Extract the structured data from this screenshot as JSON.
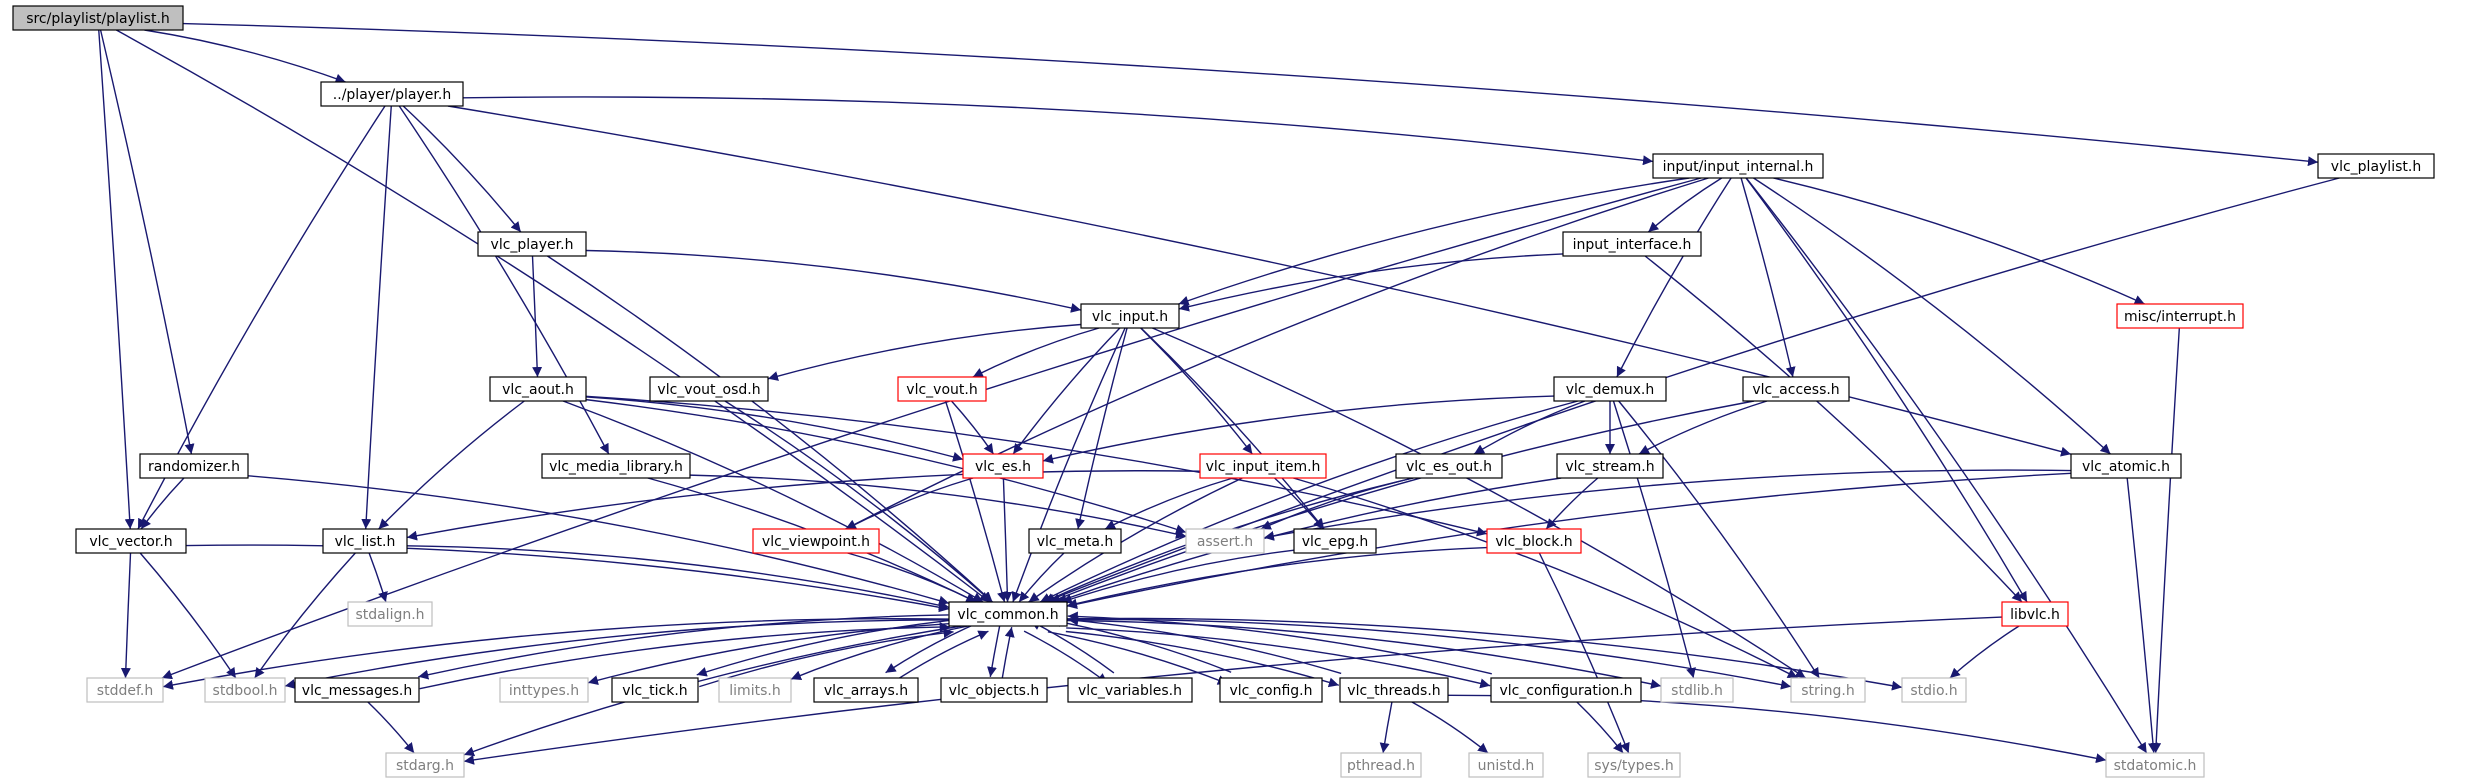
{
  "graph": {
    "colors": {
      "edge": "#191970",
      "root_fill": "#bfbfbf",
      "normal_border": "#000000",
      "truncated_border": "#ff0000",
      "system_border": "#bfbfbf",
      "system_text": "#7f7f7f",
      "text": "#000000"
    },
    "nodes": [
      {
        "id": "playlist_h",
        "label": "src/playlist/playlist.h",
        "kind": "root"
      },
      {
        "id": "player_h",
        "label": "../player/player.h",
        "kind": "normal"
      },
      {
        "id": "vlc_playlist_h",
        "label": "vlc_playlist.h",
        "kind": "normal"
      },
      {
        "id": "input_internal_h",
        "label": "input/input_internal.h",
        "kind": "normal"
      },
      {
        "id": "vlc_player_h",
        "label": "vlc_player.h",
        "kind": "normal"
      },
      {
        "id": "input_interface_h",
        "label": "input_interface.h",
        "kind": "normal"
      },
      {
        "id": "misc_interrupt_h",
        "label": "misc/interrupt.h",
        "kind": "truncated"
      },
      {
        "id": "vlc_input_h",
        "label": "vlc_input.h",
        "kind": "normal"
      },
      {
        "id": "vlc_aout_h",
        "label": "vlc_aout.h",
        "kind": "normal"
      },
      {
        "id": "vlc_vout_osd_h",
        "label": "vlc_vout_osd.h",
        "kind": "normal"
      },
      {
        "id": "vlc_vout_h",
        "label": "vlc_vout.h",
        "kind": "truncated"
      },
      {
        "id": "vlc_demux_h",
        "label": "vlc_demux.h",
        "kind": "normal"
      },
      {
        "id": "vlc_access_h",
        "label": "vlc_access.h",
        "kind": "normal"
      },
      {
        "id": "randomizer_h",
        "label": "randomizer.h",
        "kind": "normal"
      },
      {
        "id": "vlc_media_library_h",
        "label": "vlc_media_library.h",
        "kind": "normal"
      },
      {
        "id": "vlc_es_h",
        "label": "vlc_es.h",
        "kind": "truncated"
      },
      {
        "id": "vlc_input_item_h",
        "label": "vlc_input_item.h",
        "kind": "truncated"
      },
      {
        "id": "vlc_es_out_h",
        "label": "vlc_es_out.h",
        "kind": "normal"
      },
      {
        "id": "vlc_stream_h",
        "label": "vlc_stream.h",
        "kind": "normal"
      },
      {
        "id": "vlc_atomic_h",
        "label": "vlc_atomic.h",
        "kind": "normal"
      },
      {
        "id": "vlc_vector_h",
        "label": "vlc_vector.h",
        "kind": "normal"
      },
      {
        "id": "vlc_list_h",
        "label": "vlc_list.h",
        "kind": "normal"
      },
      {
        "id": "vlc_viewpoint_h",
        "label": "vlc_viewpoint.h",
        "kind": "truncated"
      },
      {
        "id": "vlc_meta_h",
        "label": "vlc_meta.h",
        "kind": "normal"
      },
      {
        "id": "assert_h",
        "label": "assert.h",
        "kind": "system"
      },
      {
        "id": "vlc_epg_h",
        "label": "vlc_epg.h",
        "kind": "normal"
      },
      {
        "id": "vlc_block_h",
        "label": "vlc_block.h",
        "kind": "truncated"
      },
      {
        "id": "stdalign_h",
        "label": "stdalign.h",
        "kind": "system"
      },
      {
        "id": "vlc_common_h",
        "label": "vlc_common.h",
        "kind": "normal"
      },
      {
        "id": "libvlc_h",
        "label": "libvlc.h",
        "kind": "truncated"
      },
      {
        "id": "stddef_h",
        "label": "stddef.h",
        "kind": "system"
      },
      {
        "id": "stdbool_h",
        "label": "stdbool.h",
        "kind": "system"
      },
      {
        "id": "vlc_messages_h",
        "label": "vlc_messages.h",
        "kind": "normal"
      },
      {
        "id": "inttypes_h",
        "label": "inttypes.h",
        "kind": "system"
      },
      {
        "id": "vlc_tick_h",
        "label": "vlc_tick.h",
        "kind": "normal"
      },
      {
        "id": "limits_h",
        "label": "limits.h",
        "kind": "system"
      },
      {
        "id": "vlc_arrays_h",
        "label": "vlc_arrays.h",
        "kind": "normal"
      },
      {
        "id": "vlc_objects_h",
        "label": "vlc_objects.h",
        "kind": "normal"
      },
      {
        "id": "vlc_variables_h",
        "label": "vlc_variables.h",
        "kind": "normal"
      },
      {
        "id": "vlc_config_h",
        "label": "vlc_config.h",
        "kind": "normal"
      },
      {
        "id": "vlc_threads_h",
        "label": "vlc_threads.h",
        "kind": "normal"
      },
      {
        "id": "vlc_configuration_h",
        "label": "vlc_configuration.h",
        "kind": "normal"
      },
      {
        "id": "stdlib_h",
        "label": "stdlib.h",
        "kind": "system"
      },
      {
        "id": "string_h",
        "label": "string.h",
        "kind": "system"
      },
      {
        "id": "stdio_h",
        "label": "stdio.h",
        "kind": "system"
      },
      {
        "id": "stdarg_h",
        "label": "stdarg.h",
        "kind": "system"
      },
      {
        "id": "pthread_h",
        "label": "pthread.h",
        "kind": "system"
      },
      {
        "id": "unistd_h",
        "label": "unistd.h",
        "kind": "system"
      },
      {
        "id": "sys_types_h",
        "label": "sys/types.h",
        "kind": "system"
      },
      {
        "id": "stdatomic_h",
        "label": "stdatomic.h",
        "kind": "system"
      }
    ],
    "edges": [
      [
        "playlist_h",
        "player_h"
      ],
      [
        "playlist_h",
        "vlc_playlist_h"
      ],
      [
        "playlist_h",
        "randomizer_h"
      ],
      [
        "playlist_h",
        "vlc_vector_h"
      ],
      [
        "playlist_h",
        "vlc_common_h"
      ],
      [
        "player_h",
        "input_internal_h"
      ],
      [
        "player_h",
        "vlc_player_h"
      ],
      [
        "player_h",
        "vlc_media_library_h"
      ],
      [
        "player_h",
        "vlc_list_h"
      ],
      [
        "player_h",
        "vlc_vector_h"
      ],
      [
        "player_h",
        "vlc_atomic_h"
      ],
      [
        "vlc_playlist_h",
        "vlc_common_h"
      ],
      [
        "input_internal_h",
        "input_interface_h"
      ],
      [
        "input_internal_h",
        "vlc_input_h"
      ],
      [
        "input_internal_h",
        "misc_interrupt_h"
      ],
      [
        "input_internal_h",
        "vlc_demux_h"
      ],
      [
        "input_internal_h",
        "vlc_access_h"
      ],
      [
        "input_internal_h",
        "vlc_atomic_h"
      ],
      [
        "input_internal_h",
        "libvlc_h"
      ],
      [
        "input_internal_h",
        "vlc_viewpoint_h"
      ],
      [
        "input_internal_h",
        "stddef_h"
      ],
      [
        "input_internal_h",
        "stdatomic_h"
      ],
      [
        "vlc_player_h",
        "vlc_input_h"
      ],
      [
        "vlc_player_h",
        "vlc_aout_h"
      ],
      [
        "vlc_player_h",
        "vlc_common_h"
      ],
      [
        "input_interface_h",
        "vlc_input_h"
      ],
      [
        "input_interface_h",
        "libvlc_h"
      ],
      [
        "misc_interrupt_h",
        "stdatomic_h"
      ],
      [
        "vlc_input_h",
        "vlc_vout_osd_h"
      ],
      [
        "vlc_input_h",
        "vlc_vout_h"
      ],
      [
        "vlc_input_h",
        "vlc_es_h"
      ],
      [
        "vlc_input_h",
        "vlc_input_item_h"
      ],
      [
        "vlc_input_h",
        "vlc_meta_h"
      ],
      [
        "vlc_input_h",
        "vlc_epg_h"
      ],
      [
        "vlc_input_h",
        "vlc_common_h"
      ],
      [
        "vlc_input_h",
        "string_h"
      ],
      [
        "vlc_aout_h",
        "vlc_es_h"
      ],
      [
        "vlc_aout_h",
        "vlc_list_h"
      ],
      [
        "vlc_aout_h",
        "assert_h"
      ],
      [
        "vlc_aout_h",
        "vlc_block_h"
      ],
      [
        "vlc_aout_h",
        "vlc_common_h"
      ],
      [
        "vlc_vout_osd_h",
        "vlc_common_h"
      ],
      [
        "vlc_vout_h",
        "vlc_es_h"
      ],
      [
        "vlc_vout_h",
        "vlc_common_h"
      ],
      [
        "vlc_demux_h",
        "vlc_es_h"
      ],
      [
        "vlc_demux_h",
        "vlc_es_out_h"
      ],
      [
        "vlc_demux_h",
        "vlc_stream_h"
      ],
      [
        "vlc_demux_h",
        "vlc_common_h"
      ],
      [
        "vlc_demux_h",
        "stdlib_h"
      ],
      [
        "vlc_demux_h",
        "string_h"
      ],
      [
        "vlc_access_h",
        "vlc_stream_h"
      ],
      [
        "vlc_access_h",
        "vlc_common_h"
      ],
      [
        "randomizer_h",
        "vlc_vector_h"
      ],
      [
        "randomizer_h",
        "vlc_common_h"
      ],
      [
        "vlc_media_library_h",
        "assert_h"
      ],
      [
        "vlc_media_library_h",
        "vlc_common_h"
      ],
      [
        "vlc_es_h",
        "vlc_viewpoint_h"
      ],
      [
        "vlc_es_h",
        "vlc_common_h"
      ],
      [
        "vlc_input_item_h",
        "vlc_list_h"
      ],
      [
        "vlc_input_item_h",
        "vlc_meta_h"
      ],
      [
        "vlc_input_item_h",
        "vlc_epg_h"
      ],
      [
        "vlc_input_item_h",
        "string_h"
      ],
      [
        "vlc_input_item_h",
        "vlc_common_h"
      ],
      [
        "vlc_es_out_h",
        "assert_h"
      ],
      [
        "vlc_es_out_h",
        "vlc_common_h"
      ],
      [
        "vlc_stream_h",
        "vlc_block_h"
      ],
      [
        "vlc_stream_h",
        "vlc_common_h"
      ],
      [
        "vlc_atomic_h",
        "assert_h"
      ],
      [
        "vlc_atomic_h",
        "stdatomic_h"
      ],
      [
        "vlc_atomic_h",
        "vlc_common_h"
      ],
      [
        "vlc_vector_h",
        "stdbool_h"
      ],
      [
        "vlc_vector_h",
        "stddef_h"
      ],
      [
        "vlc_vector_h",
        "vlc_common_h"
      ],
      [
        "vlc_list_h",
        "stdalign_h"
      ],
      [
        "vlc_list_h",
        "stdbool_h"
      ],
      [
        "vlc_list_h",
        "vlc_common_h"
      ],
      [
        "vlc_viewpoint_h",
        "vlc_common_h"
      ],
      [
        "vlc_meta_h",
        "vlc_common_h"
      ],
      [
        "vlc_epg_h",
        "vlc_common_h"
      ],
      [
        "vlc_block_h",
        "vlc_common_h"
      ],
      [
        "vlc_block_h",
        "sys_types_h"
      ],
      [
        "libvlc_h",
        "stdio_h"
      ],
      [
        "libvlc_h",
        "stdarg_h"
      ],
      [
        "vlc_common_h",
        "stddef_h"
      ],
      [
        "vlc_common_h",
        "stdbool_h"
      ],
      [
        "vlc_common_h",
        "vlc_messages_h"
      ],
      [
        "vlc_common_h",
        "inttypes_h"
      ],
      [
        "vlc_common_h",
        "vlc_tick_h"
      ],
      [
        "vlc_common_h",
        "limits_h"
      ],
      [
        "vlc_common_h",
        "vlc_arrays_h"
      ],
      [
        "vlc_common_h",
        "vlc_objects_h"
      ],
      [
        "vlc_common_h",
        "vlc_variables_h"
      ],
      [
        "vlc_common_h",
        "vlc_config_h"
      ],
      [
        "vlc_common_h",
        "vlc_threads_h"
      ],
      [
        "vlc_common_h",
        "vlc_configuration_h"
      ],
      [
        "vlc_common_h",
        "stdlib_h"
      ],
      [
        "vlc_common_h",
        "string_h"
      ],
      [
        "vlc_common_h",
        "stdio_h"
      ],
      [
        "vlc_common_h",
        "stdarg_h"
      ],
      [
        "vlc_messages_h",
        "vlc_common_h"
      ],
      [
        "vlc_messages_h",
        "stdarg_h"
      ],
      [
        "vlc_tick_h",
        "vlc_common_h"
      ],
      [
        "vlc_arrays_h",
        "vlc_common_h"
      ],
      [
        "vlc_objects_h",
        "vlc_common_h"
      ],
      [
        "vlc_variables_h",
        "vlc_common_h"
      ],
      [
        "vlc_config_h",
        "vlc_common_h"
      ],
      [
        "vlc_threads_h",
        "vlc_common_h"
      ],
      [
        "vlc_threads_h",
        "pthread_h"
      ],
      [
        "vlc_threads_h",
        "unistd_h"
      ],
      [
        "vlc_threads_h",
        "stdatomic_h"
      ],
      [
        "vlc_configuration_h",
        "vlc_common_h"
      ],
      [
        "vlc_configuration_h",
        "sys_types_h"
      ]
    ]
  }
}
